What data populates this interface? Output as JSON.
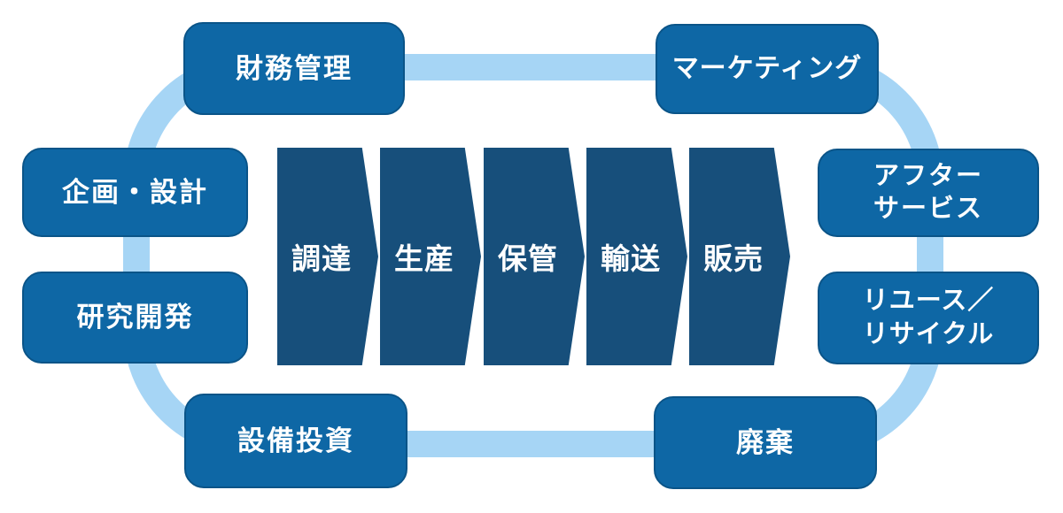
{
  "diagram": {
    "kind": "product-lifecycle-cycle-diagram",
    "language": "ja"
  },
  "colors": {
    "peripheral_box_fill": "#0E67A5",
    "peripheral_box_border": "#0A5488",
    "process_chevron_fill": "#174F7B",
    "ring_stroke": "#A6D5F5",
    "label_text": "#FFFFFF",
    "background": "#FFFFFF"
  },
  "boxes": [
    {
      "id": "financial-management",
      "label": "財務管理"
    },
    {
      "id": "marketing",
      "label": "マーケティング"
    },
    {
      "id": "planning-design",
      "label": "企画・設計"
    },
    {
      "id": "research-development",
      "label": "研究開発"
    },
    {
      "id": "after-service",
      "label": "アフター\nサービス"
    },
    {
      "id": "reuse-recycle",
      "label": "リユース／\nリサイクル"
    },
    {
      "id": "capital-investment",
      "label": "設備投資"
    },
    {
      "id": "disposal",
      "label": "廃棄"
    }
  ],
  "steps": [
    "調達",
    "生産",
    "保管",
    "輸送",
    "販売"
  ]
}
